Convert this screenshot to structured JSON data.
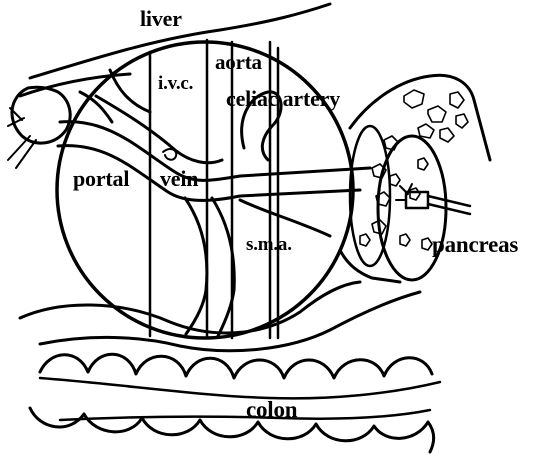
{
  "labels": {
    "liver": "liver",
    "ivc": "i.v.c.",
    "aorta": "aorta",
    "celiac_artery": "celiac artery",
    "portal": "portal",
    "vein": "vein",
    "sma": "s.m.a.",
    "pancreas": "pancreas",
    "colon": "colon"
  },
  "colors": {
    "ink": "#000000",
    "background": "#ffffff"
  }
}
